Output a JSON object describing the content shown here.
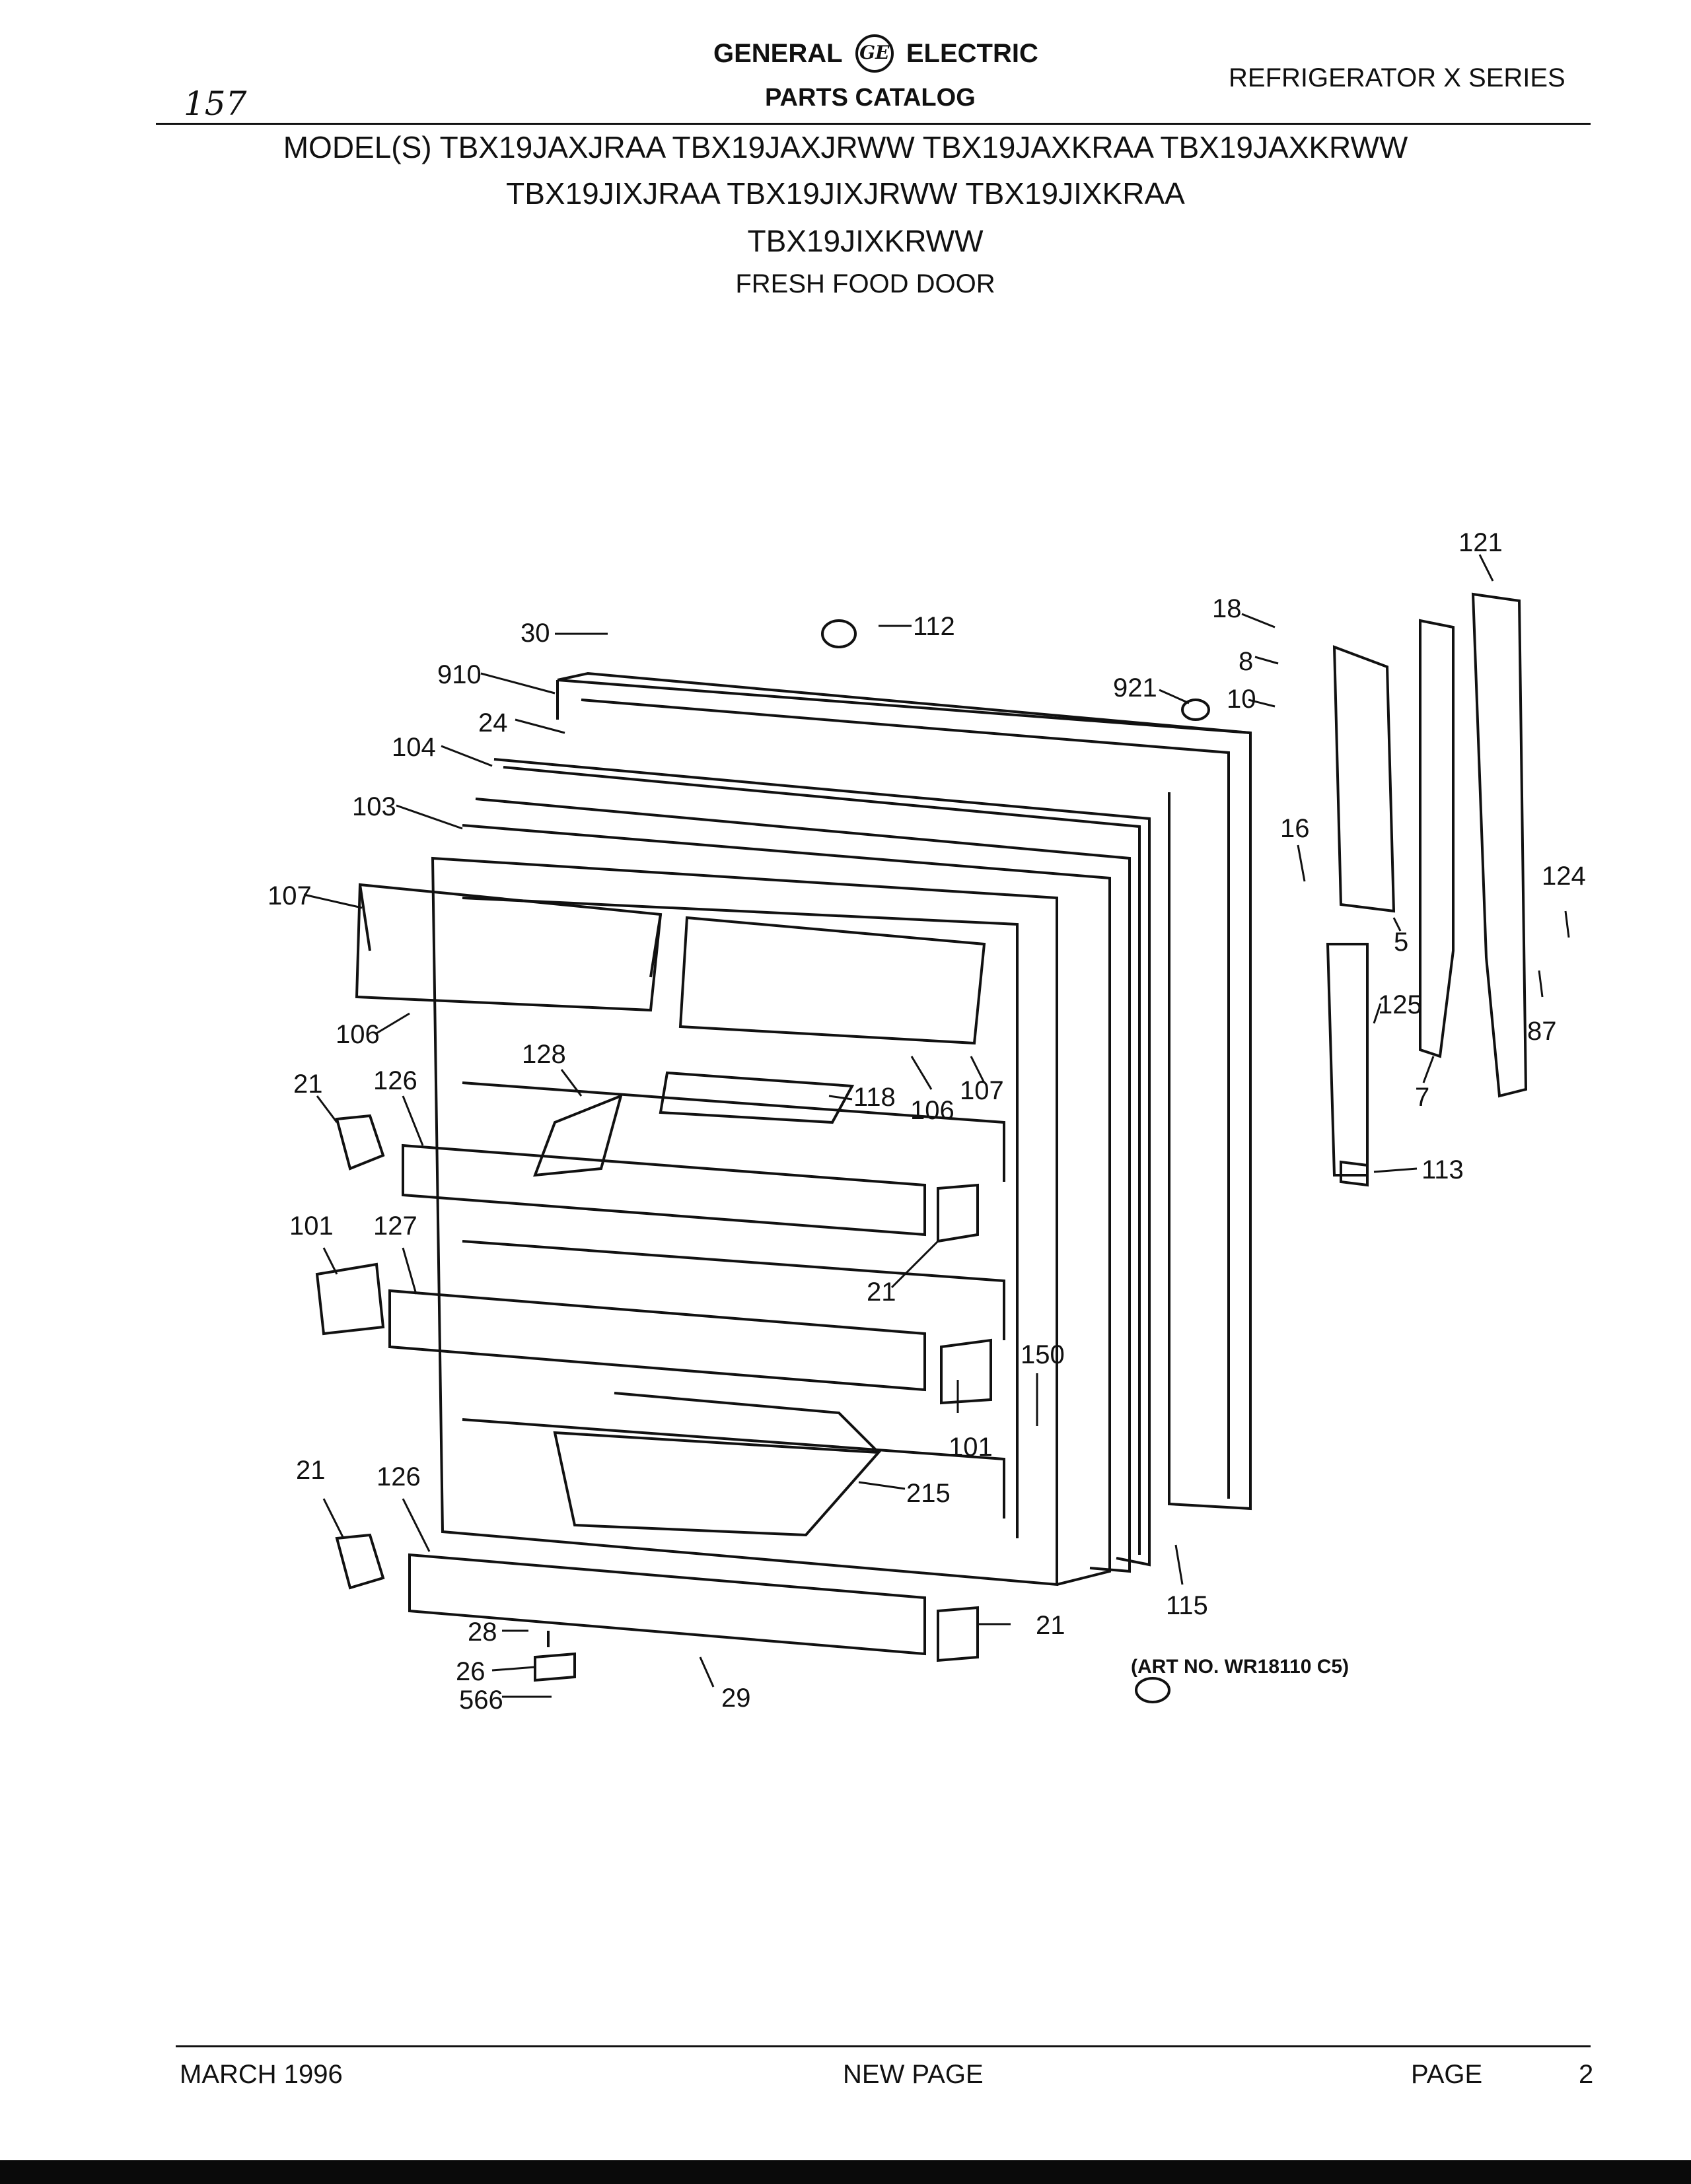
{
  "header": {
    "brand_left": "GENERAL",
    "brand_right": "ELECTRIC",
    "logo_text": "GE",
    "catalog_title": "PARTS CATALOG",
    "series": "REFRIGERATOR X SERIES",
    "handwritten_page": "157"
  },
  "models": {
    "line1": "MODEL(S) TBX19JAXJRAA  TBX19JAXJRWW  TBX19JAXKRAA  TBX19JAXKRWW",
    "line2": "TBX19JIXJRAA  TBX19JIXJRWW  TBX19JIXKRAA",
    "line3": "TBX19JIXKRWW"
  },
  "section_title": "FRESH FOOD DOOR",
  "part_labels": [
    "30",
    "112",
    "910",
    "24",
    "104",
    "103",
    "107",
    "106",
    "128",
    "118",
    "106",
    "107",
    "21",
    "126",
    "101",
    "127",
    "21",
    "101",
    "150",
    "215",
    "21",
    "126",
    "28",
    "26",
    "566",
    "29",
    "21",
    "115",
    "18",
    "8",
    "921",
    "10",
    "16",
    "5",
    "121",
    "124",
    "125",
    "87",
    "7",
    "113"
  ],
  "art_number": "(ART NO. WR18110 C5)",
  "footer": {
    "date": "MARCH 1996",
    "status": "NEW PAGE",
    "page_label": "PAGE",
    "page_number": "2"
  }
}
